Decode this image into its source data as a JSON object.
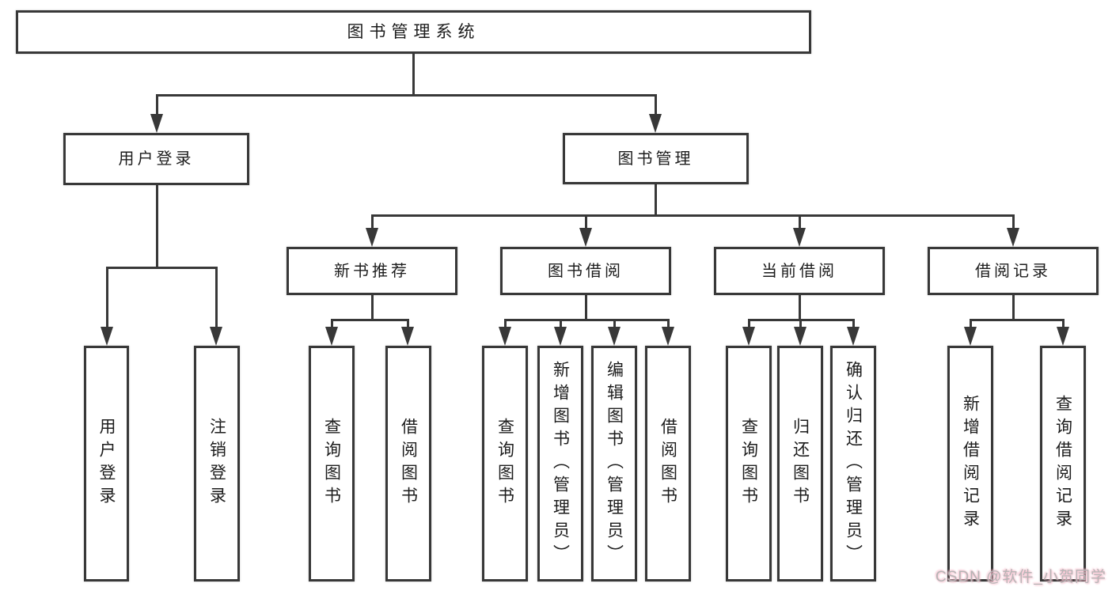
{
  "diagram": {
    "tree": {
      "label": "图书管理系统",
      "children": [
        {
          "label": "用户登录",
          "children": [
            {
              "label": "用户登录"
            },
            {
              "label": "注销登录"
            }
          ]
        },
        {
          "label": "图书管理",
          "children": [
            {
              "label": "新书推荐",
              "children": [
                {
                  "label": "查询图书"
                },
                {
                  "label": "借阅图书"
                }
              ]
            },
            {
              "label": "图书借阅",
              "children": [
                {
                  "label": "查询图书"
                },
                {
                  "label": "新增图书（管理员）"
                },
                {
                  "label": "编辑图书（管理员）"
                },
                {
                  "label": "借阅图书"
                }
              ]
            },
            {
              "label": "当前借阅",
              "children": [
                {
                  "label": "查询图书"
                },
                {
                  "label": "归还图书"
                },
                {
                  "label": "确认归还（管理员）"
                }
              ]
            },
            {
              "label": "借阅记录",
              "children": [
                {
                  "label": "新增借阅记录"
                },
                {
                  "label": "查询借阅记录"
                }
              ]
            }
          ]
        }
      ]
    }
  },
  "watermark": {
    "text": "CSDN @软件_小贺同学"
  },
  "colors": {
    "line": "#383838",
    "text": "#1c1c1c",
    "background": "#ffffff",
    "watermark_text": "#b5b5b5",
    "watermark_glow": "#f5b8c8"
  }
}
